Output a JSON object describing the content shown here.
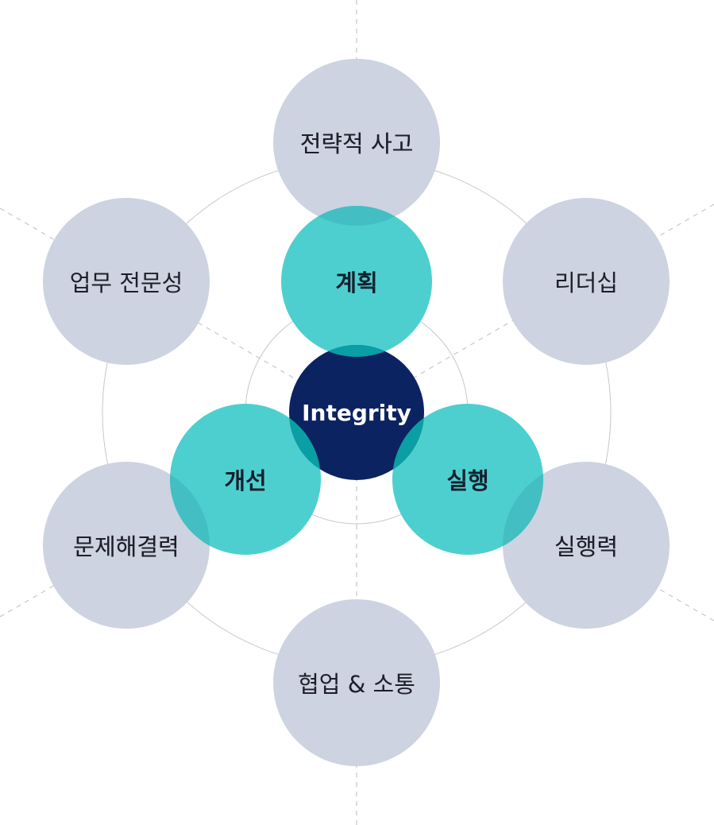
{
  "colors": {
    "outer": "#cdd3e0",
    "inner": "#4ecfcf",
    "center": "#0c2361",
    "overlap": "#0a9ea5",
    "ring": "#c8c8c8",
    "dash": "#c6c6c6"
  },
  "center": {
    "label": "Integrity"
  },
  "inner_nodes": [
    {
      "id": "plan",
      "label": "계획"
    },
    {
      "id": "improve",
      "label": "개선"
    },
    {
      "id": "execute",
      "label": "실행"
    }
  ],
  "outer_nodes": [
    {
      "id": "strategy",
      "label": "전략적 사고"
    },
    {
      "id": "leadership",
      "label": "리더십"
    },
    {
      "id": "execution-power",
      "label": "실행력"
    },
    {
      "id": "collaboration",
      "label": "협업 & 소통"
    },
    {
      "id": "problem-solving",
      "label": "문제해결력"
    },
    {
      "id": "expertise",
      "label": "업무 전문성"
    }
  ]
}
